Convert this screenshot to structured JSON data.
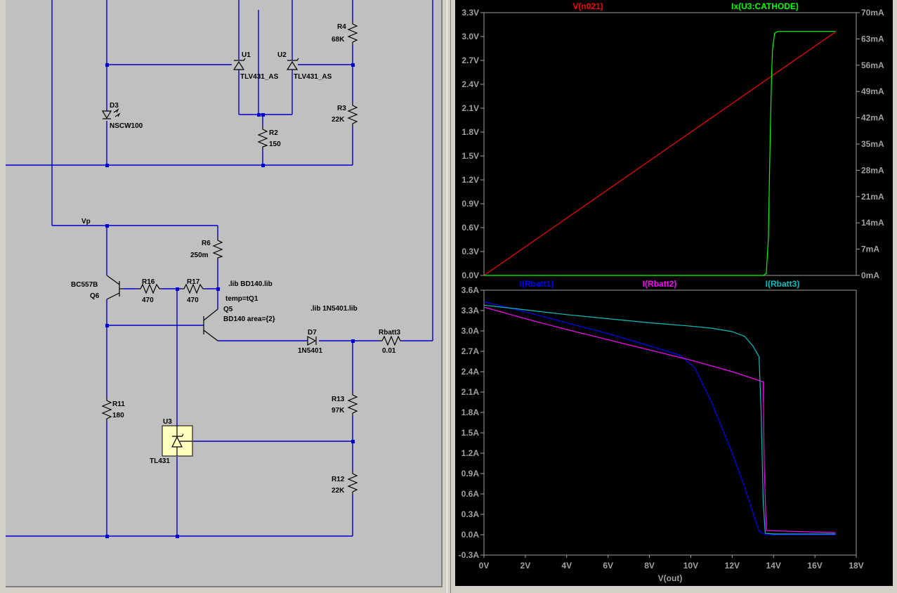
{
  "schematic": {
    "nodes": {
      "vp": "Vp"
    },
    "components": {
      "u1": {
        "ref": "U1",
        "value": "TLV431_AS"
      },
      "u2": {
        "ref": "U2",
        "value": "TLV431_AS"
      },
      "r4": {
        "ref": "R4",
        "value": "68K"
      },
      "r3": {
        "ref": "R3",
        "value": "22K"
      },
      "r2": {
        "ref": "R2",
        "value": "150"
      },
      "d3": {
        "ref": "D3",
        "value": "NSCW100"
      },
      "r6": {
        "ref": "R6",
        "value": "250m"
      },
      "q6": {
        "ref": "Q6",
        "value": "BC557B"
      },
      "r16": {
        "ref": "R16",
        "value": "470"
      },
      "r17": {
        "ref": "R17",
        "value": "470"
      },
      "q5": {
        "ref": "Q5",
        "value": "BD140 area={2}"
      },
      "d7": {
        "ref": "D7",
        "value": "1N5401"
      },
      "rbatt3": {
        "ref": "Rbatt3",
        "value": "0.01"
      },
      "r13": {
        "ref": "R13",
        "value": "97K"
      },
      "r12": {
        "ref": "R12",
        "value": "22K"
      },
      "r11": {
        "ref": "R11",
        "value": "180"
      },
      "u3": {
        "ref": "U3",
        "value": "TL431"
      }
    },
    "directives": {
      "lib_bd140": ".lib BD140.lib",
      "temp": "temp=tQ1",
      "lib_1n5401": ".lib 1N5401.lib"
    }
  },
  "colors": {
    "wire": "#0000c8",
    "plot_bg": "#000000",
    "axis": "#a0a0a0",
    "v_n021": "#ff0000",
    "ix_u3": "#00ff00",
    "i_rbatt1": "#0000ff",
    "i_rbatt2": "#ff00ff",
    "i_rbatt3": "#00c0c0"
  },
  "chart_data": [
    {
      "type": "line",
      "title": "",
      "xlabel": "",
      "xlim": [
        0,
        18
      ],
      "ylim": [
        0,
        3.3
      ],
      "y2lim": [
        0,
        70
      ],
      "grid": false,
      "y_ticks": [
        "0.0V",
        "0.3V",
        "0.6V",
        "0.9V",
        "1.2V",
        "1.5V",
        "1.8V",
        "2.1V",
        "2.4V",
        "2.7V",
        "3.0V",
        "3.3V"
      ],
      "y2_ticks": [
        "0mA",
        "7mA",
        "14mA",
        "21mA",
        "28mA",
        "35mA",
        "42mA",
        "49mA",
        "56mA",
        "63mA",
        "70mA"
      ],
      "series": [
        {
          "name": "V(n021)",
          "axis": "left",
          "color": "#ff0000",
          "x": [
            0,
            2,
            4,
            6,
            8,
            10,
            12,
            14,
            16,
            17
          ],
          "y": [
            0.0,
            0.36,
            0.72,
            1.08,
            1.44,
            1.8,
            2.16,
            2.52,
            2.88,
            3.06
          ]
        },
        {
          "name": "Ix(U3:CATHODE)",
          "axis": "right",
          "color": "#00ff00",
          "x": [
            0,
            13.5,
            13.65,
            13.75,
            13.8,
            13.85,
            13.9,
            13.95,
            14.05,
            14.2,
            17
          ],
          "y": [
            0,
            0,
            0.5,
            10,
            25,
            40,
            52,
            60,
            64.5,
            65,
            65
          ]
        }
      ]
    },
    {
      "type": "line",
      "title": "",
      "xlabel": "V(out)",
      "xlim": [
        0,
        18
      ],
      "ylim": [
        -0.3,
        3.6
      ],
      "grid": false,
      "x_ticks": [
        "0V",
        "2V",
        "4V",
        "6V",
        "8V",
        "10V",
        "12V",
        "14V",
        "16V",
        "18V"
      ],
      "y_ticks": [
        "-0.3A",
        "0.0A",
        "0.3A",
        "0.6A",
        "0.9A",
        "1.2A",
        "1.5A",
        "1.8A",
        "2.1A",
        "2.4A",
        "2.7A",
        "3.0A",
        "3.3A",
        "3.6A"
      ],
      "series": [
        {
          "name": "I(Rbatt1)",
          "color": "#0000ff",
          "x": [
            0,
            2,
            4,
            6,
            8,
            9.5,
            10.2,
            11,
            12,
            12.6,
            13.3,
            13.6,
            14,
            17
          ],
          "y": [
            3.43,
            3.28,
            3.12,
            2.96,
            2.78,
            2.64,
            2.45,
            1.95,
            1.2,
            0.7,
            0.05,
            0.0,
            0.0,
            0.0
          ]
        },
        {
          "name": "I(Rbatt2)",
          "color": "#ff00ff",
          "x": [
            0,
            2,
            4,
            6,
            8,
            10,
            12,
            13.5,
            13.55,
            13.65,
            17
          ],
          "y": [
            3.35,
            3.18,
            3.02,
            2.87,
            2.72,
            2.57,
            2.4,
            2.25,
            1.0,
            0.06,
            0.03
          ]
        },
        {
          "name": "I(Rbatt3)",
          "color": "#00c0c0",
          "x": [
            0,
            2,
            4,
            6,
            8,
            10,
            11,
            12,
            12.6,
            13.0,
            13.3,
            13.4,
            13.5,
            13.6,
            14,
            17
          ],
          "y": [
            3.38,
            3.31,
            3.24,
            3.18,
            3.12,
            3.07,
            3.04,
            2.99,
            2.92,
            2.78,
            2.62,
            1.8,
            0.5,
            0.02,
            0.01,
            0.01
          ]
        }
      ]
    }
  ]
}
